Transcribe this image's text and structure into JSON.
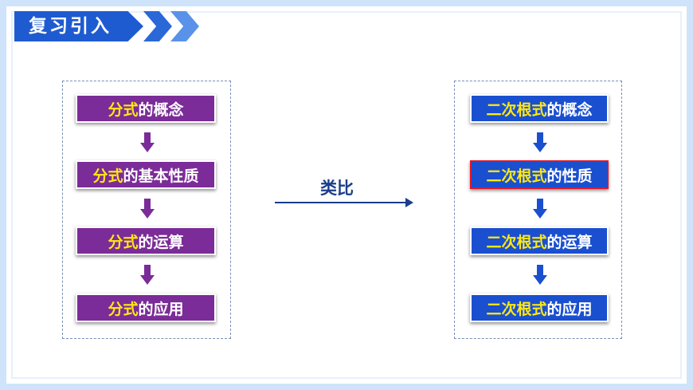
{
  "header": {
    "title": "复习引入"
  },
  "left_panel": {
    "items": [
      {
        "highlight": "分式",
        "rest": "的概念"
      },
      {
        "highlight": "分式",
        "rest": "的基本性质"
      },
      {
        "highlight": "分式",
        "rest": "的运算"
      },
      {
        "highlight": "分式",
        "rest": "的应用"
      }
    ]
  },
  "analogy": {
    "label": "类比"
  },
  "right_panel": {
    "items": [
      {
        "highlight": "二次根式",
        "rest": "的概念"
      },
      {
        "highlight": "二次根式",
        "rest": "的性质"
      },
      {
        "highlight": "二次根式",
        "rest": "的运算"
      },
      {
        "highlight": "二次根式",
        "rest": "的应用"
      }
    ]
  },
  "colors": {
    "banner": "#1f5bd0",
    "left_box": "#7b2c98",
    "right_box": "#1a4fd0",
    "highlight_text": "#ffe812",
    "selected_border": "#e0162b",
    "analogy_arrow": "#1a3e8c"
  }
}
